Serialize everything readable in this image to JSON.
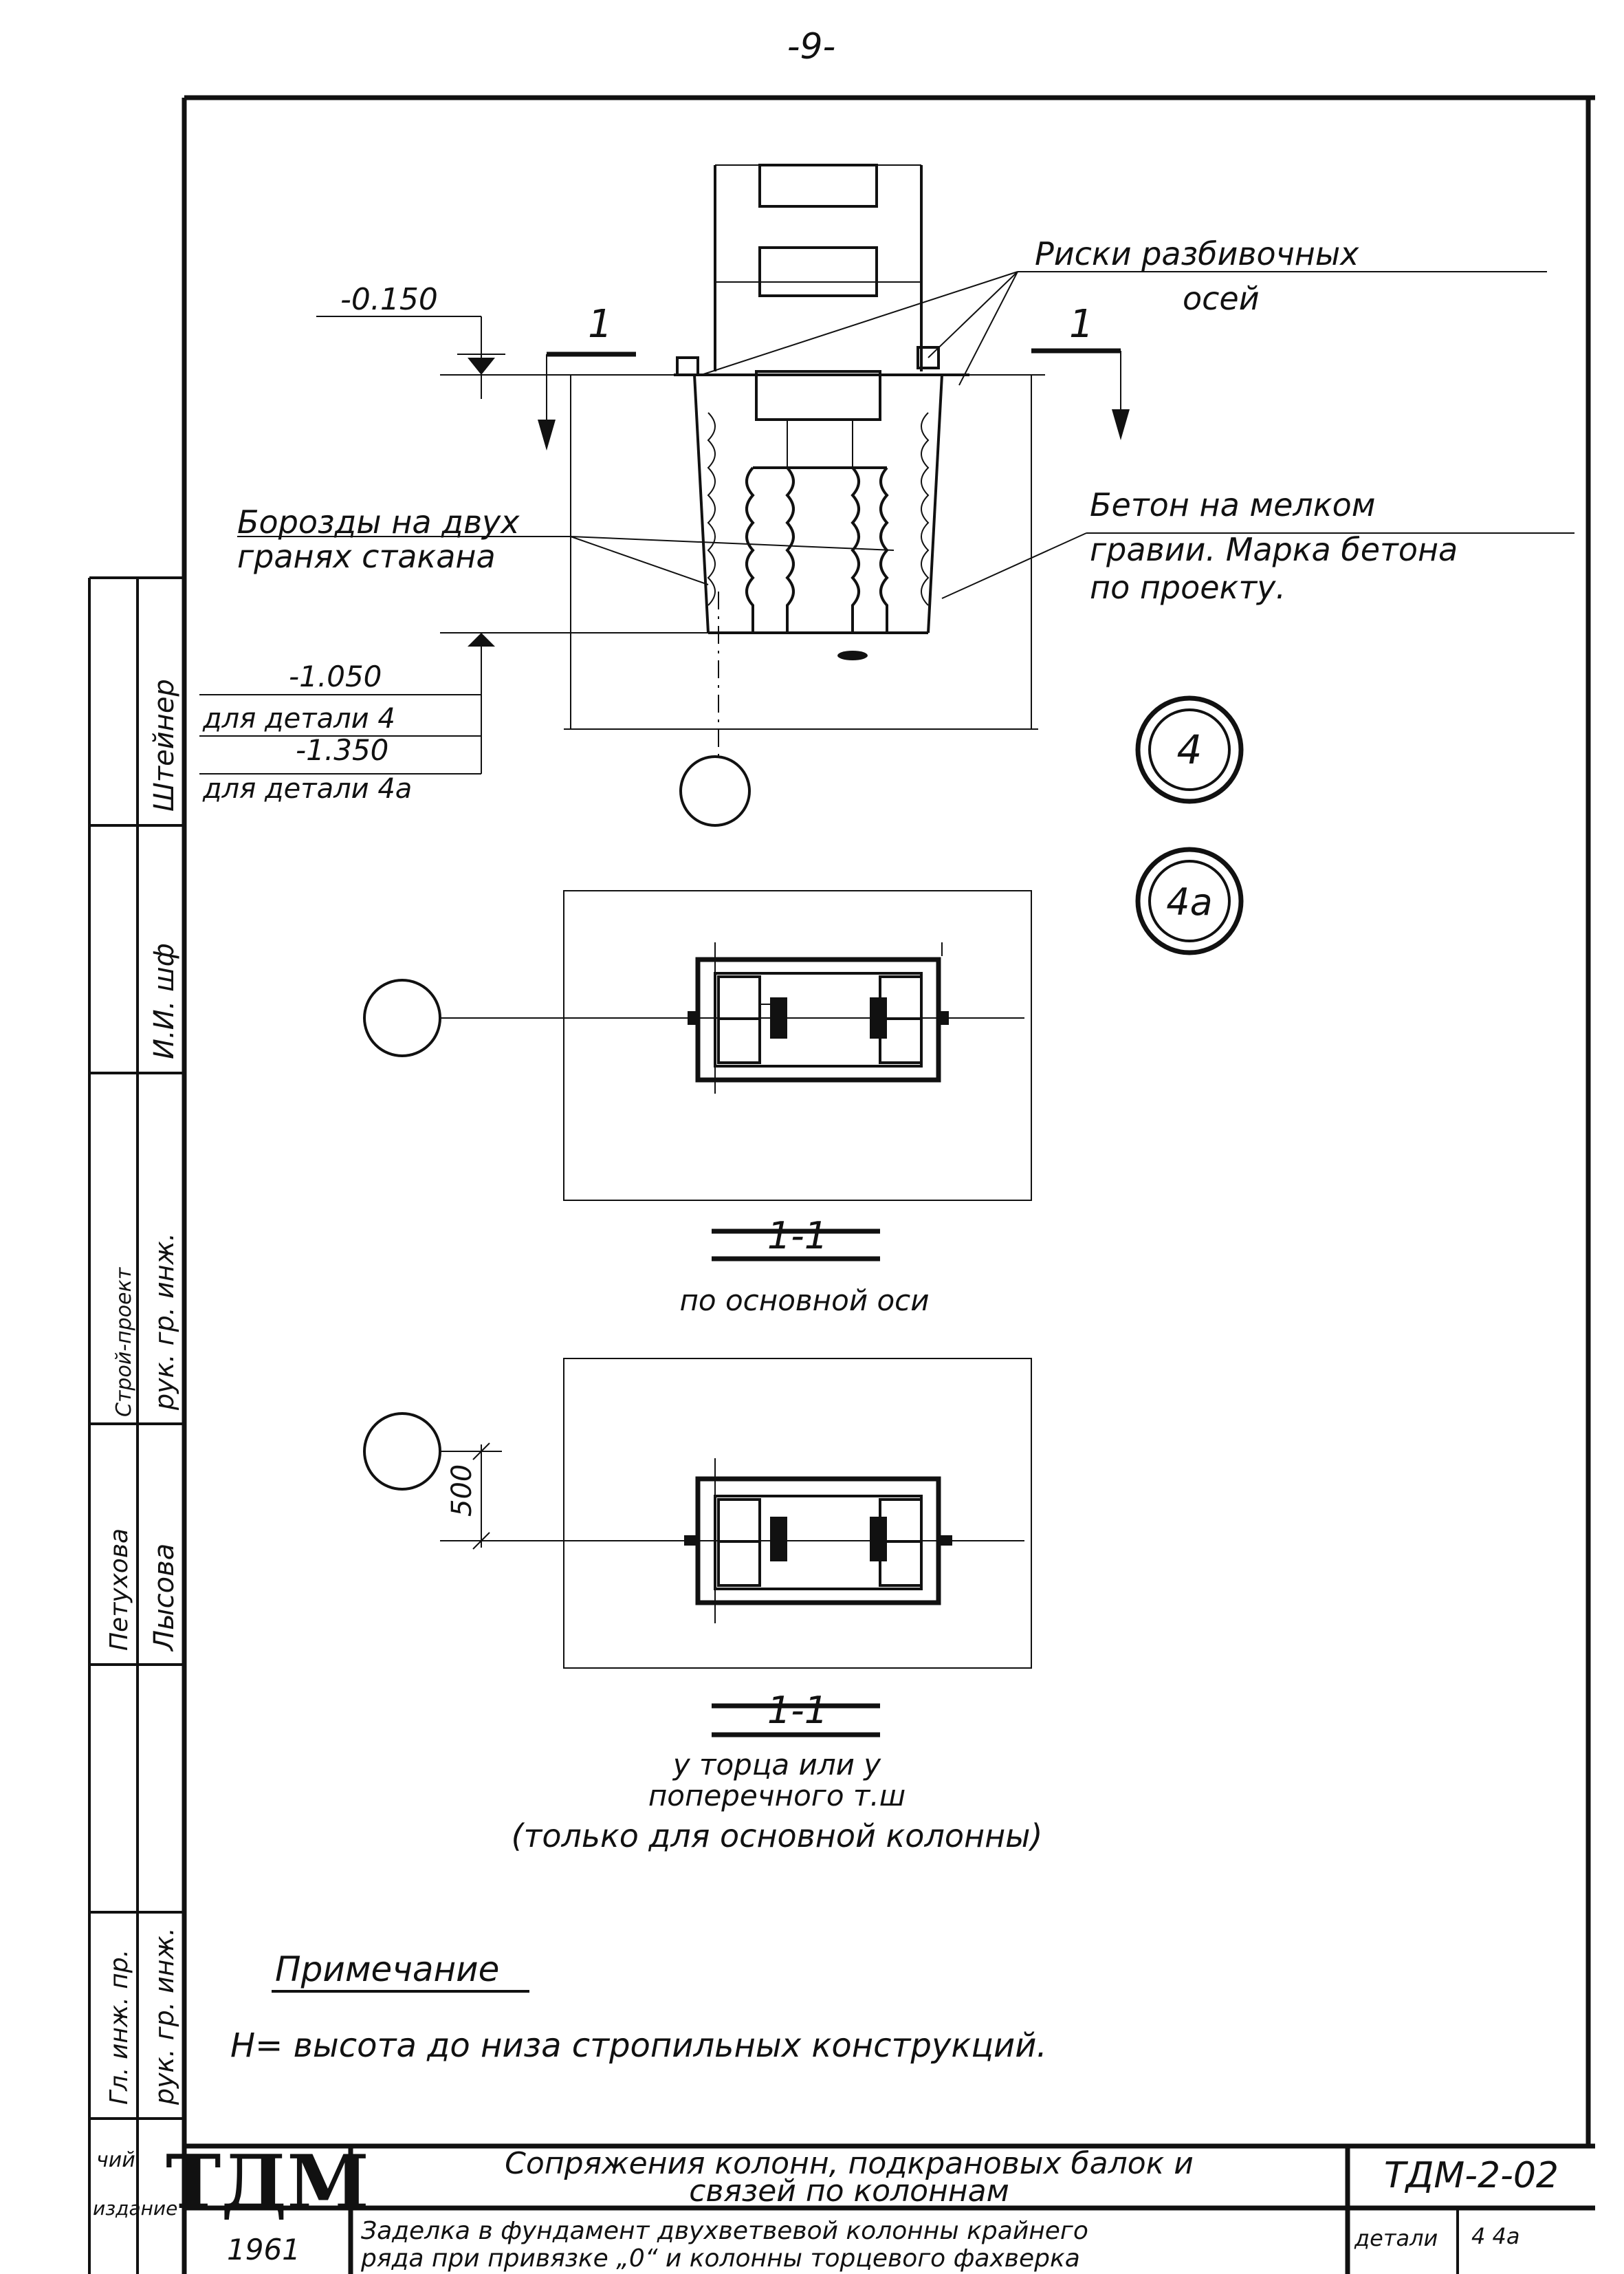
{
  "sheet": {
    "page_number": "-9-",
    "stamp_logo": "ТДМ",
    "year": "1961",
    "code": "ТДМ-2-02",
    "detail_label": "детали",
    "detail_no": "4 4а",
    "title_main_line1": "Сопряжения колонн, подкрановых балок и",
    "title_main_line2": "связей по колоннам",
    "title_sub_line1": "Заделка в фундамент двухветвевой колонны крайнего",
    "title_sub_line2": "ряда при привязке „0“ и колонны торцевого фахверка"
  },
  "side_stamp": {
    "cells": [
      "Штейнер",
      "И.И. шф",
      "рук. гр. инж.",
      "Строй-проект",
      "Лысова",
      "Петухова",
      "рук. гр. инж.",
      "Гл. инж. пр.",
      "чий",
      "издание"
    ]
  },
  "elevation": {
    "mark_top": "-0.150",
    "section_mark_left": "1",
    "section_mark_right": "1",
    "label_risks_line1": "Риски разбивочных",
    "label_risks_line2": "осей",
    "label_grooves_line1": "Борозды на двух",
    "label_grooves_line2": "гранях стакана",
    "label_concrete_line1": "Бетон на мелком",
    "label_concrete_line2": "гравии. Марка бетона",
    "label_concrete_line3": "по проекту.",
    "mark_bottom1": "-1.050",
    "mark_bottom1_note": "для детали 4",
    "mark_bottom2": "-1.350",
    "mark_bottom2_note": "для детали 4а"
  },
  "details": {
    "circle1": "4",
    "circle2": "4а"
  },
  "plan1": {
    "section_title": "1-1",
    "caption": "по основной оси"
  },
  "plan2": {
    "dimension": "500",
    "section_title": "1-1",
    "caption_line1": "у торца или у",
    "caption_line2": "поперечного т.ш",
    "caption_line3": "(только для основной колонны)"
  },
  "note": {
    "heading": "Примечание",
    "text": "Н= высота до низа стропильных конструкций."
  }
}
